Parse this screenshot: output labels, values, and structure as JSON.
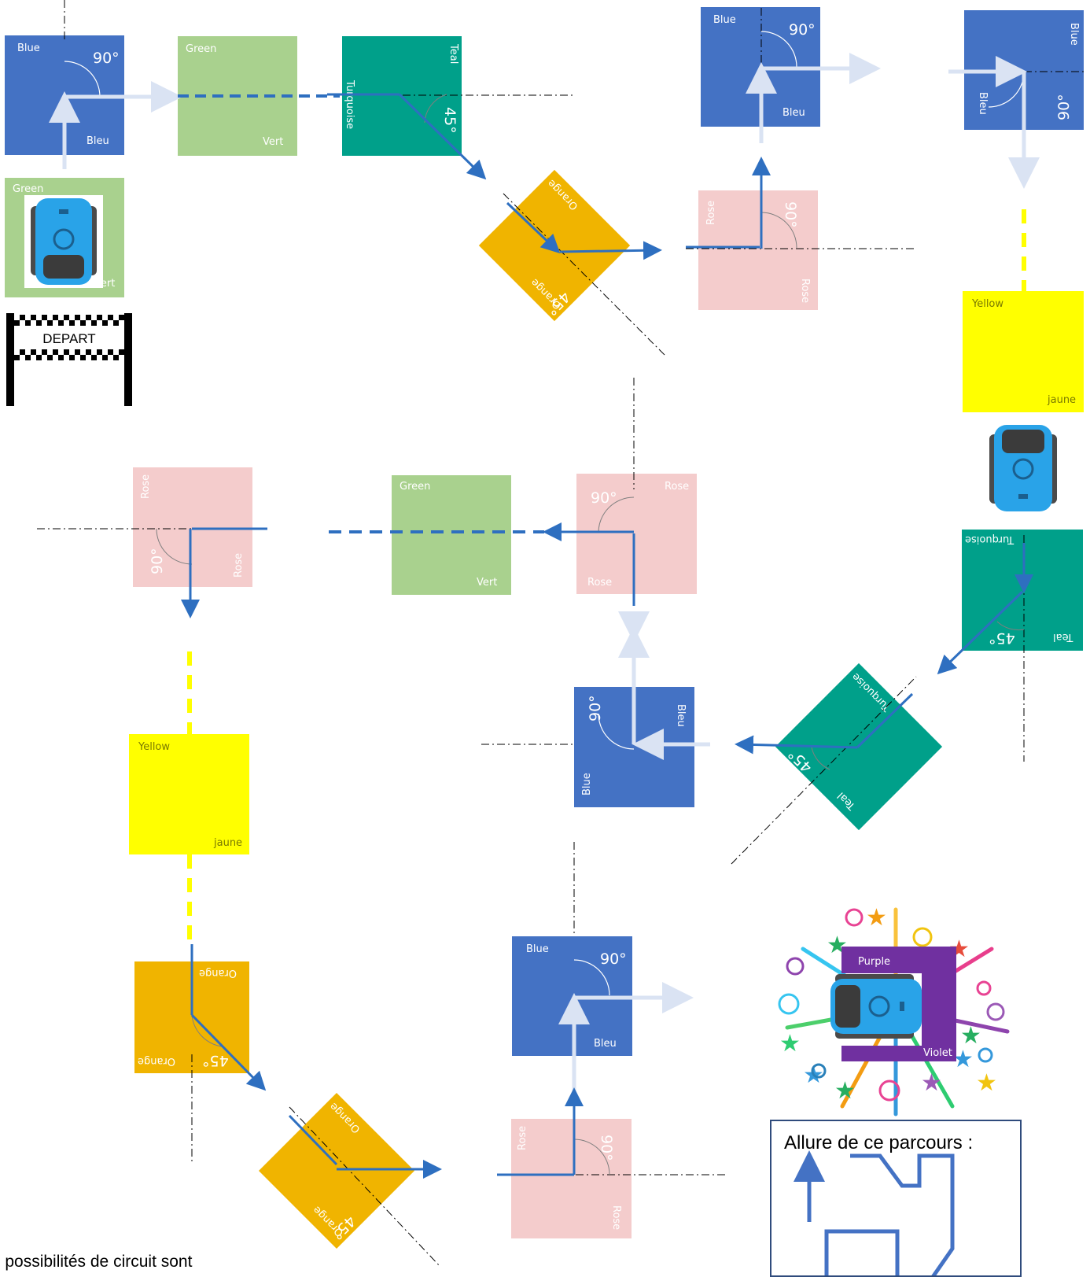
{
  "colors": {
    "blue": "#4472c4",
    "green": "#a9d18e",
    "teal": "#00a08a",
    "orange": "#f0b400",
    "rose": "#f4cccc",
    "yellow": "#ffff00",
    "purple": "#7030a0",
    "arrow_blue": "#2e6fc0",
    "arrow_light": "#dae3f3"
  },
  "labels": {
    "blue": "Blue",
    "bleu": "Bleu",
    "green": "Green",
    "vert": "Vert",
    "teal": "Teal",
    "turquoise": "Turquoise",
    "orange": "Orange",
    "rose": "Rose",
    "yellow": "Yellow",
    "jaune": "jaune",
    "purple": "Purple",
    "violet": "Violet",
    "angle_90": "90°",
    "angle_45": "45°"
  },
  "depart": {
    "text": "DEPART"
  },
  "allure": {
    "title": "Allure de ce parcours :"
  },
  "footnote": "s possibilités de circuit sont"
}
